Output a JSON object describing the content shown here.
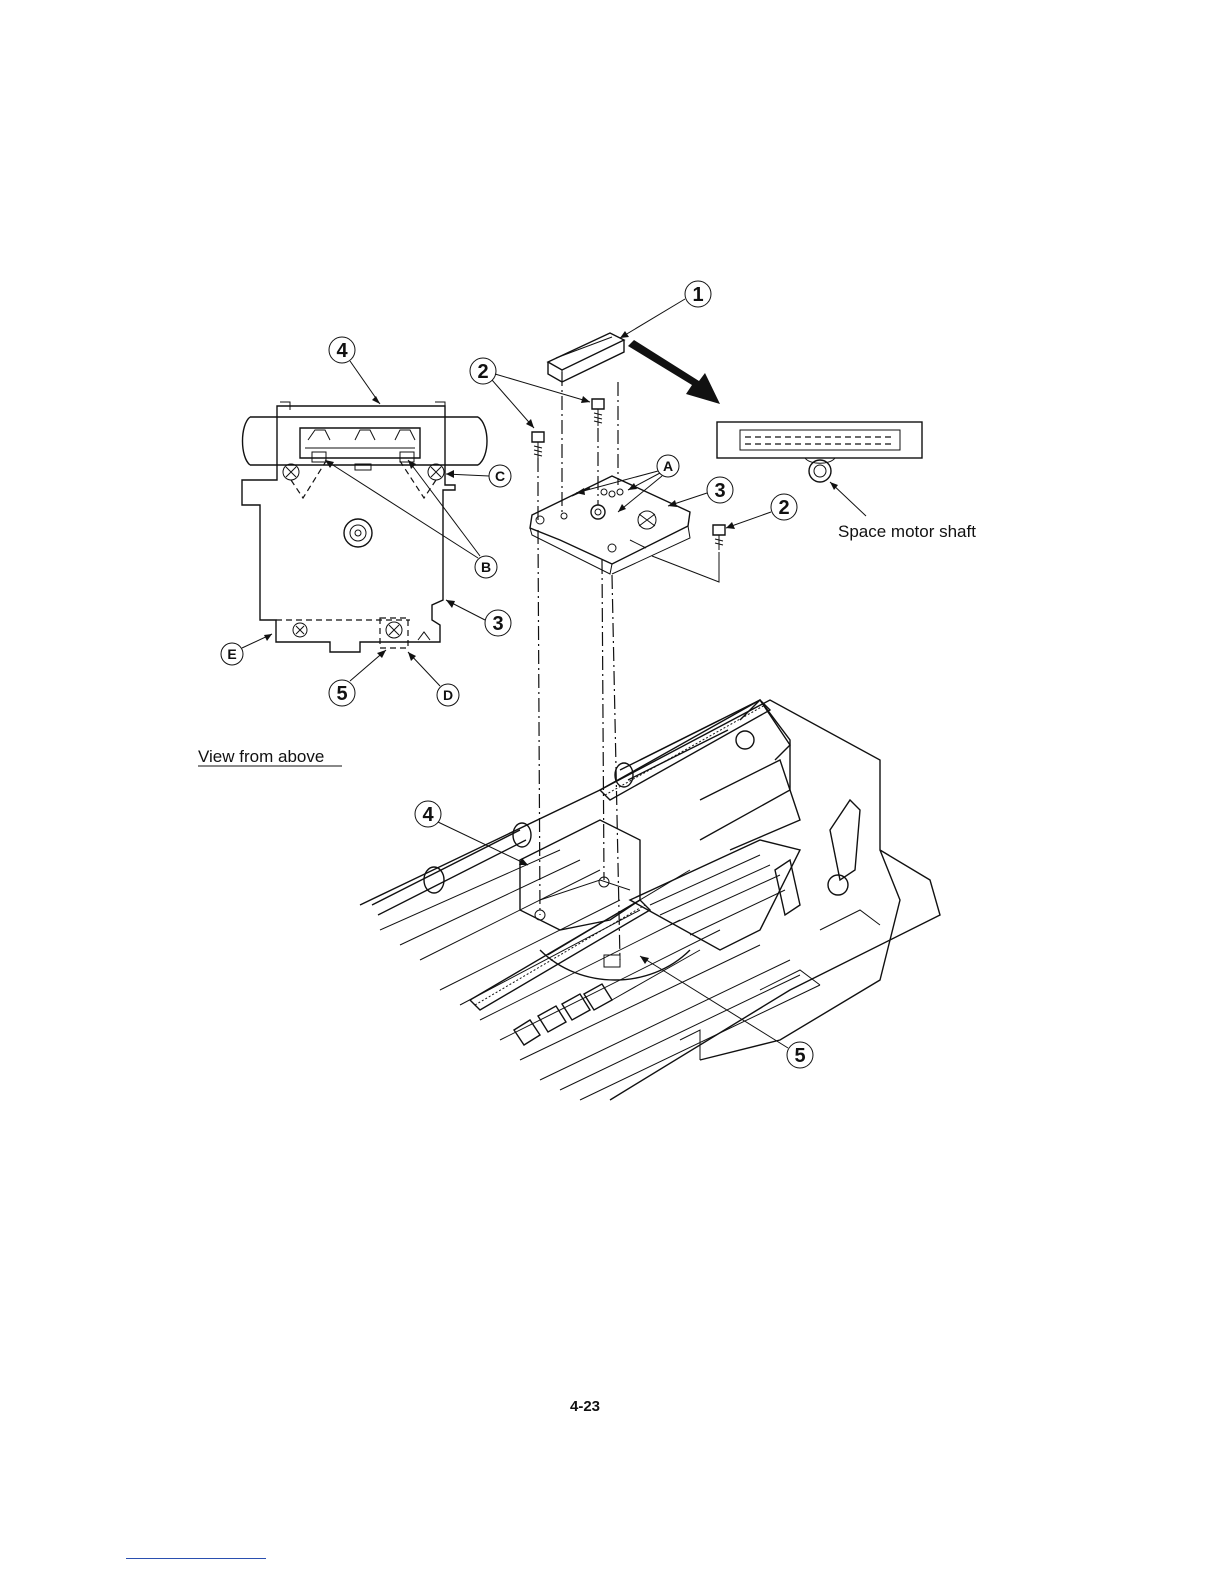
{
  "callouts": {
    "n1": "1",
    "n2": "2",
    "n3": "3",
    "n4": "4",
    "n5": "5",
    "A": "A",
    "B": "B",
    "C": "C",
    "D": "D",
    "E": "E"
  },
  "captions": {
    "view_from_above": "View from above",
    "space_motor_shaft": "Space motor shaft"
  },
  "page_number": "4-23"
}
